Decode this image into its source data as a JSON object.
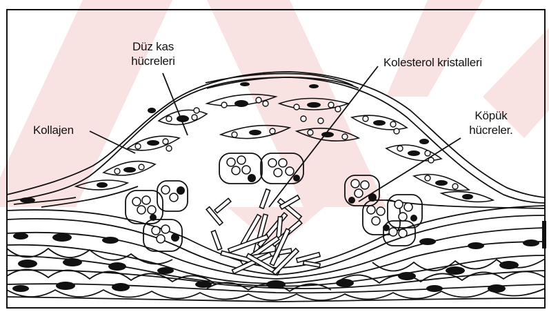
{
  "figure": {
    "labels": {
      "smooth_muscle_line1": "Düz kas",
      "smooth_muscle_line2": "hücreleri",
      "cholesterol_crystals": "Kolesterol kristalleri",
      "collagen": "Kollajen",
      "foam_cells_line1": "Köpük",
      "foam_cells_line2": "hücreler."
    },
    "colors": {
      "watermark": "#f7dede",
      "ink": "#111111",
      "background": "#ffffff"
    }
  }
}
